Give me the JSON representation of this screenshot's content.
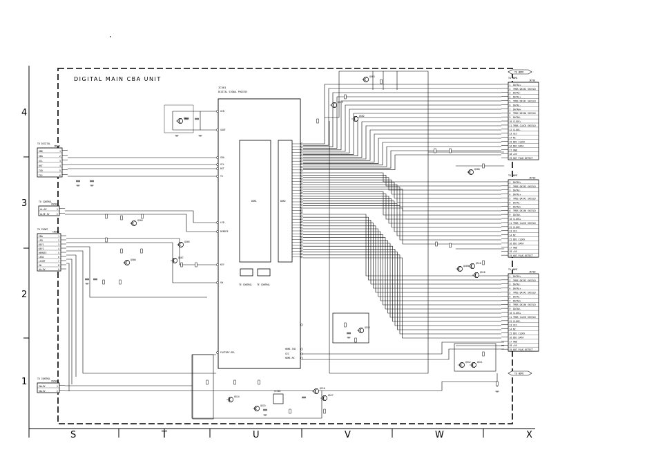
{
  "title": "DIGITAL MAIN CBA UNIT",
  "stray_mark": ".",
  "grid": {
    "columns": [
      "S",
      "T",
      "U",
      "V",
      "W",
      "X"
    ],
    "rows": [
      "4",
      "3",
      "2",
      "1"
    ]
  },
  "main_ic": {
    "ref": "IC501",
    "part": "DIGITAL SIGNAL PROCESS",
    "left_pins": [
      "XIN",
      "XOUT",
      "SDA",
      "SCL",
      "RST",
      "TX",
      "LED",
      "REMOTE",
      "KEY",
      "SW",
      "FACTORY-SEL"
    ],
    "right_labels": [
      "DDR1",
      "DDR2"
    ],
    "bottom_chips": [
      "TE CONTROL",
      "TE CONTROL"
    ],
    "bottom_pins": [
      "HDMI-TXD",
      "CEC",
      "HDMI-RX"
    ]
  },
  "connectors": {
    "left_top": {
      "ref": "CN501",
      "label": "TO DIGITAL",
      "pins": [
        "GND",
        "SDA",
        "SCL",
        "RST",
        "TXD",
        "TX1"
      ]
    },
    "left_mid": {
      "ref": "CN502",
      "label": "TO CONTROL",
      "pins": [
        "AL+5V",
        "ALVE 5V"
      ]
    },
    "left_front": {
      "ref": "CN503",
      "label": "TO FRONT",
      "pins": [
        "ENA",
        "LED",
        "KEY1",
        "KEY2",
        "REMOTE",
        "LED2",
        "LIGHT",
        "SW",
        "AL+5V"
      ]
    },
    "left_bottom": {
      "ref": "CN504",
      "label": "TO CONTROL",
      "pins": [
        "SW+5V",
        "SW+5V"
      ]
    },
    "right_top": {
      "ref": "JK701",
      "label": "TO HDMI",
      "pins": [
        "DATA2+",
        "TMDS DATA2 SHIELD",
        "DATA2-",
        "DATA1+",
        "TMDS DATA1 SHIELD",
        "DATA1-",
        "DATA0+",
        "TMDS DATA0 SHIELD",
        "DATA0-",
        "CLOCK+",
        "TMDS CLOCK SHIELD",
        "CLOCK-",
        "CEC",
        "NC",
        "DDC CLOCK",
        "DDC DATA",
        "GND",
        "+5V",
        "HOT PLUG DETECT"
      ]
    },
    "right_mid": {
      "ref": "JK702",
      "label": "TO HDMI",
      "pins": [
        "DATA2+",
        "TMDS DATA2 SHIELD",
        "DATA2-",
        "DATA1+",
        "TMDS DATA1 SHIELD",
        "DATA1-",
        "DATA0+",
        "TMDS DATA0 SHIELD",
        "DATA0-",
        "CLOCK+",
        "TMDS CLOCK SHIELD",
        "CLOCK-",
        "CEC",
        "NC",
        "DDC CLOCK",
        "DDC DATA",
        "GND",
        "+5V",
        "HOT PLUG DETECT"
      ]
    },
    "right_bot": {
      "ref": "JK703",
      "label": "TO HDMI",
      "pins": [
        "DATA2+",
        "TMDS DATA2 SHIELD",
        "DATA2-",
        "DATA1+",
        "TMDS DATA1 SHIELD",
        "DATA1-",
        "DATA0+",
        "TMDS DATA0 SHIELD",
        "DATA0-",
        "CLOCK+",
        "TMDS CLOCK SHIELD",
        "CLOCK-",
        "CEC",
        "NC",
        "DDC CLOCK",
        "DDC DATA",
        "GND",
        "+5V",
        "HOT PLUG DETECT"
      ]
    },
    "right_tag_top": {
      "label": "TO HDMI"
    },
    "right_tag_bot": {
      "label": "TO HDMI"
    }
  },
  "transistors": [
    "Q501",
    "Q502",
    "Q503",
    "Q504",
    "Q505",
    "Q506",
    "Q507",
    "Q508",
    "Q509",
    "Q510",
    "Q511",
    "Q512",
    "Q513",
    "Q514",
    "Q515",
    "Q516",
    "Q517",
    "Q518",
    "Q519"
  ],
  "ic_small": {
    "ref": "IC502",
    "label": "RESET"
  }
}
